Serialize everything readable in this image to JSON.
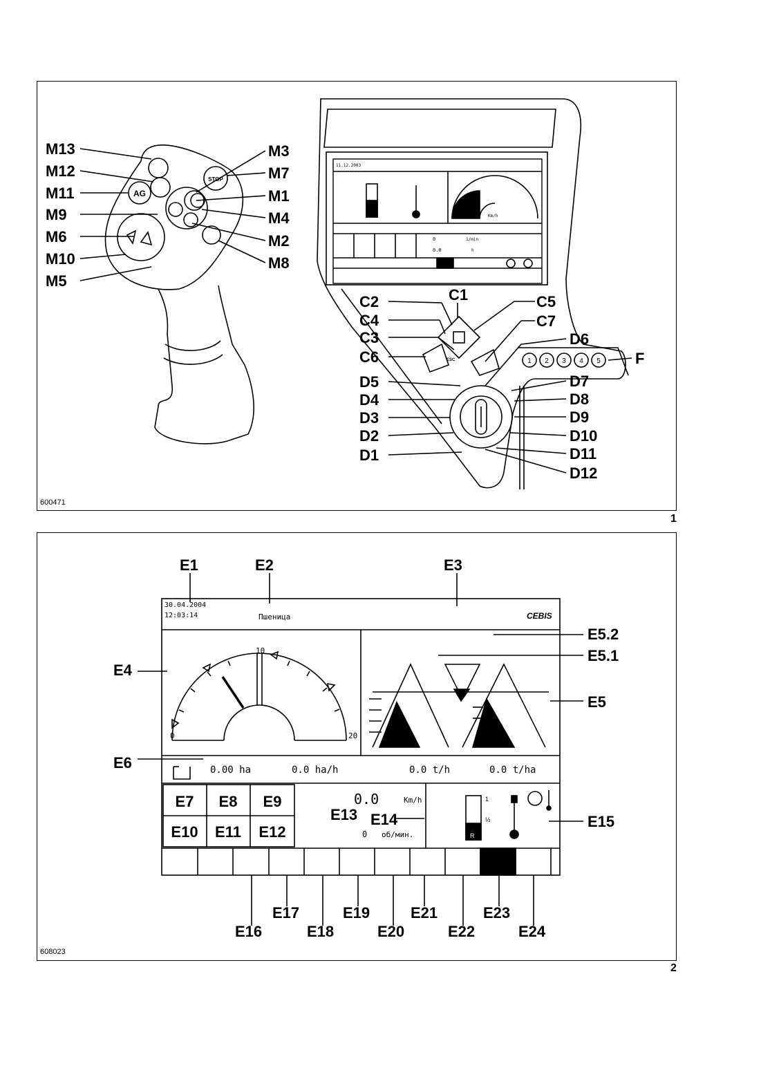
{
  "figure1": {
    "code": "600471",
    "number": "1",
    "joystick_labels_left": [
      "M13",
      "M12",
      "M11",
      "M9",
      "M6",
      "M10",
      "M5"
    ],
    "joystick_labels_right": [
      "M3",
      "M7",
      "M1",
      "M4",
      "M2",
      "M8"
    ],
    "joystick_button_text": {
      "m11": "AG",
      "m7": "STOP"
    },
    "terminal_labels_c": [
      "C1",
      "C2",
      "C4",
      "C3",
      "C6",
      "C5",
      "C7"
    ],
    "dial_labels_left": [
      "D5",
      "D4",
      "D3",
      "D2",
      "D1"
    ],
    "dial_labels_right": [
      "D6",
      "D7",
      "D8",
      "D9",
      "D10",
      "D11",
      "D12"
    ],
    "f_label": "F",
    "keypad_buttons": [
      "1",
      "2",
      "3",
      "4",
      "5"
    ],
    "esc_label": "ESC",
    "mini_screen": {
      "date": "11.12.2003",
      "speed_unit": "Km/h",
      "rpm_unit": "1/min",
      "rpm_value": "0",
      "time_value": "0.0",
      "time_unit": "h"
    }
  },
  "figure2": {
    "code": "608023",
    "number": "2",
    "callouts_top": [
      "E1",
      "E2",
      "E3"
    ],
    "callouts_left": [
      "E4",
      "E6"
    ],
    "callouts_right": [
      "E5.2",
      "E5.1",
      "E5",
      "E15"
    ],
    "callouts_inner": [
      "E13",
      "E14"
    ],
    "callouts_bottom_row1": [
      "E17",
      "E19",
      "E21",
      "E23"
    ],
    "callouts_bottom_row2": [
      "E16",
      "E18",
      "E20",
      "E22",
      "E24"
    ],
    "header": {
      "date": "30.04.2004",
      "time": "12:03:14",
      "crop": "Пшеница",
      "brand": "CEBIS"
    },
    "gauge": {
      "label_mid": "10",
      "label_min": "0",
      "label_max": "20"
    },
    "stats_row": {
      "area": "0.00 ha",
      "area_rate": "0.0 ha/h",
      "yield_rate": "0.0 t/h",
      "yield_per_ha": "0.0 t/ha"
    },
    "keys": [
      "E7",
      "E8",
      "E9",
      "E10",
      "E11",
      "E12"
    ],
    "speed": {
      "value": "0.0",
      "unit": "Km/h"
    },
    "rpm": {
      "value": "0",
      "unit": "об/мин."
    },
    "fuel_marks": {
      "full": "1",
      "half": "½",
      "reserve": "R"
    }
  },
  "colors": {
    "ink": "#000000",
    "paper": "#ffffff",
    "gray": "#888888"
  }
}
